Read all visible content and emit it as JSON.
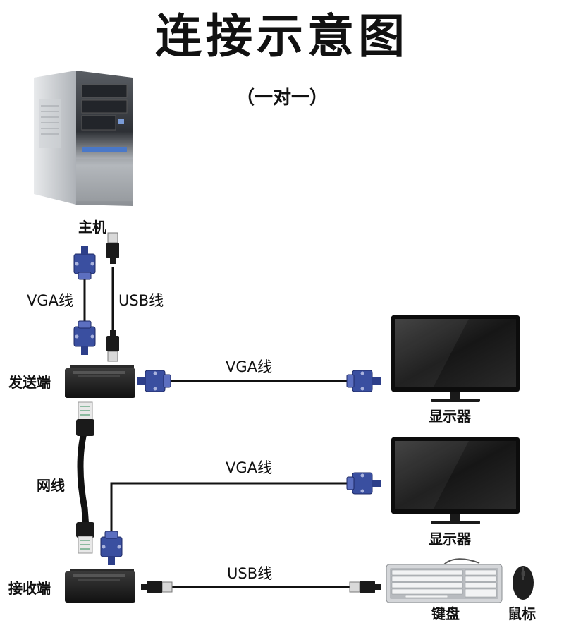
{
  "title": "连接示意图",
  "subtitle": "（一对一）",
  "labels": {
    "host": "主机",
    "vga_cable_host": "VGA线",
    "usb_cable_host": "USB线",
    "transmitter": "发送端",
    "vga_cable_top": "VGA线",
    "monitor_top": "显示器",
    "network_cable": "网线",
    "vga_cable_mid": "VGA线",
    "monitor_bottom": "显示器",
    "receiver": "接收端",
    "usb_cable_bottom": "USB线",
    "keyboard": "键盘",
    "mouse": "鼠标"
  },
  "colors": {
    "vga_blue": "#3a4fa0",
    "cable_black": "#111111",
    "box_dark": "#1a1a1a",
    "pc_silver": "#bfc3c8"
  }
}
